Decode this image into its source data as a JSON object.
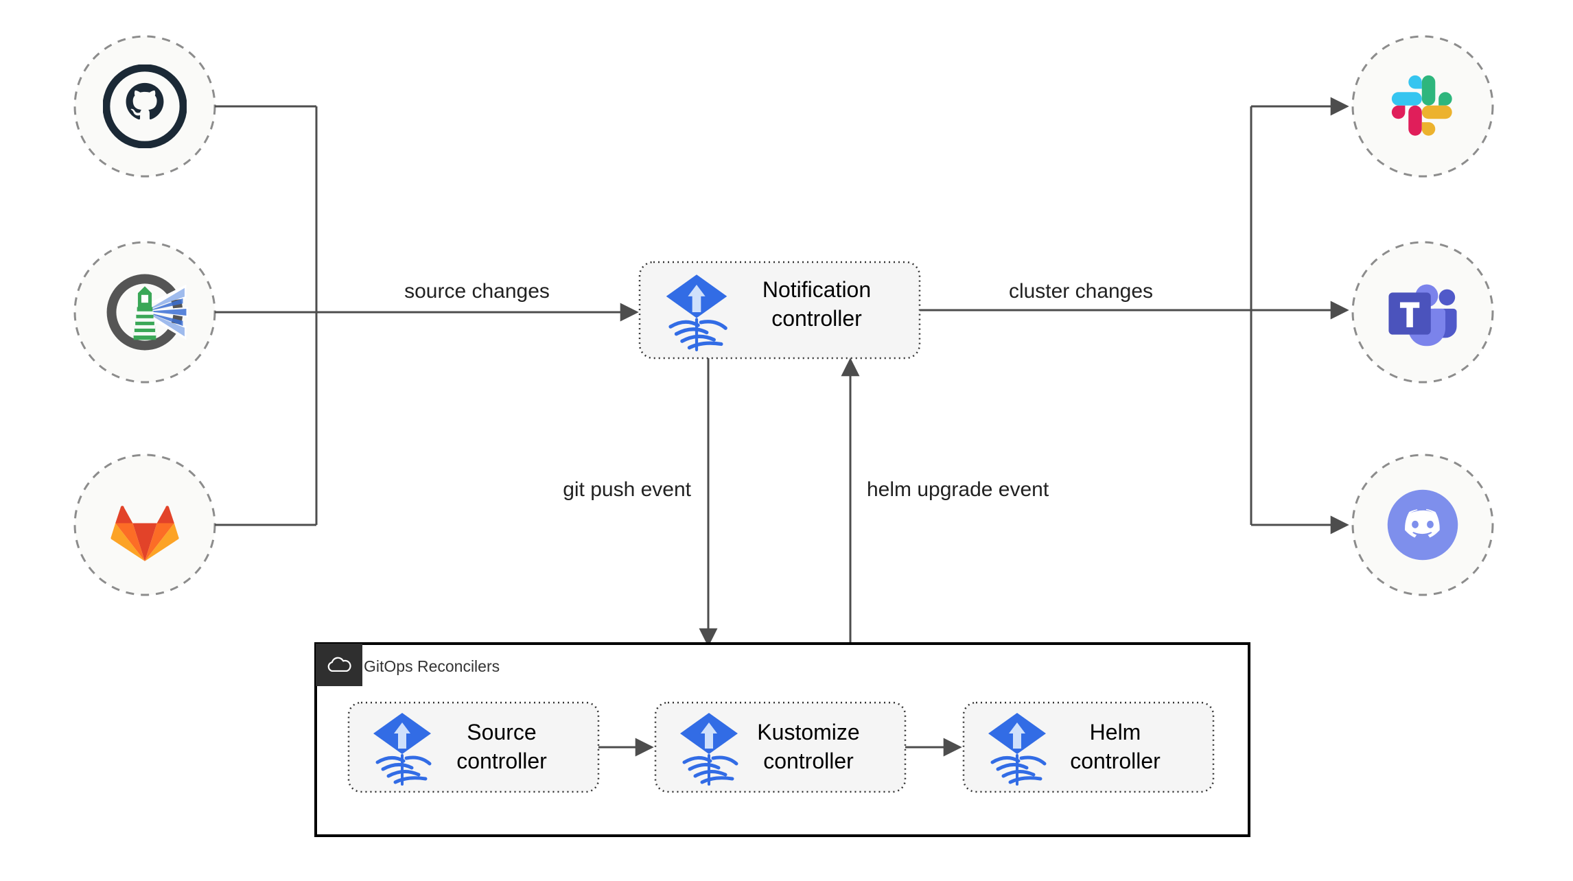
{
  "diagram": {
    "title": "Flux Notification Controller Architecture",
    "background": "#ffffff",
    "line_color": "#4d4d4d",
    "node_fill": "#f5f5f5",
    "circle_fill": "#fafaf8",
    "circle_stroke": "#8c8c8c"
  },
  "sources": [
    {
      "id": "github",
      "name": "GitHub",
      "icon": "github-icon",
      "color": "#1b2936"
    },
    {
      "id": "flux",
      "name": "Flux",
      "icon": "flux-lighthouse-icon",
      "color": "#39a05a"
    },
    {
      "id": "gitlab",
      "name": "GitLab",
      "icon": "gitlab-icon",
      "color": "#e24329"
    }
  ],
  "providers": [
    {
      "id": "slack",
      "name": "Slack",
      "icon": "slack-icon",
      "color": "#36c5f0"
    },
    {
      "id": "teams",
      "name": "Microsoft Teams",
      "icon": "microsoft-teams-icon",
      "color": "#5059c9"
    },
    {
      "id": "discord",
      "name": "Discord",
      "icon": "discord-icon",
      "color": "#7289da"
    }
  ],
  "controllers": {
    "notification": {
      "line1": "Notification",
      "line2": "controller",
      "icon": "flux-controller-icon"
    },
    "source": {
      "line1": "Source",
      "line2": "controller",
      "icon": "flux-controller-icon"
    },
    "kustomize": {
      "line1": "Kustomize",
      "line2": "controller",
      "icon": "flux-controller-icon"
    },
    "helm": {
      "line1": "Helm",
      "line2": "controller",
      "icon": "flux-controller-icon"
    }
  },
  "group": {
    "label": "GitOps Reconcilers",
    "icon": "cloud-icon",
    "header_fill": "#2f2f2f",
    "border": "#000000"
  },
  "edges": {
    "source_changes": "source changes",
    "cluster_changes": "cluster changes",
    "git_push_event": "git push event",
    "helm_upgrade_event": "helm upgrade event"
  }
}
